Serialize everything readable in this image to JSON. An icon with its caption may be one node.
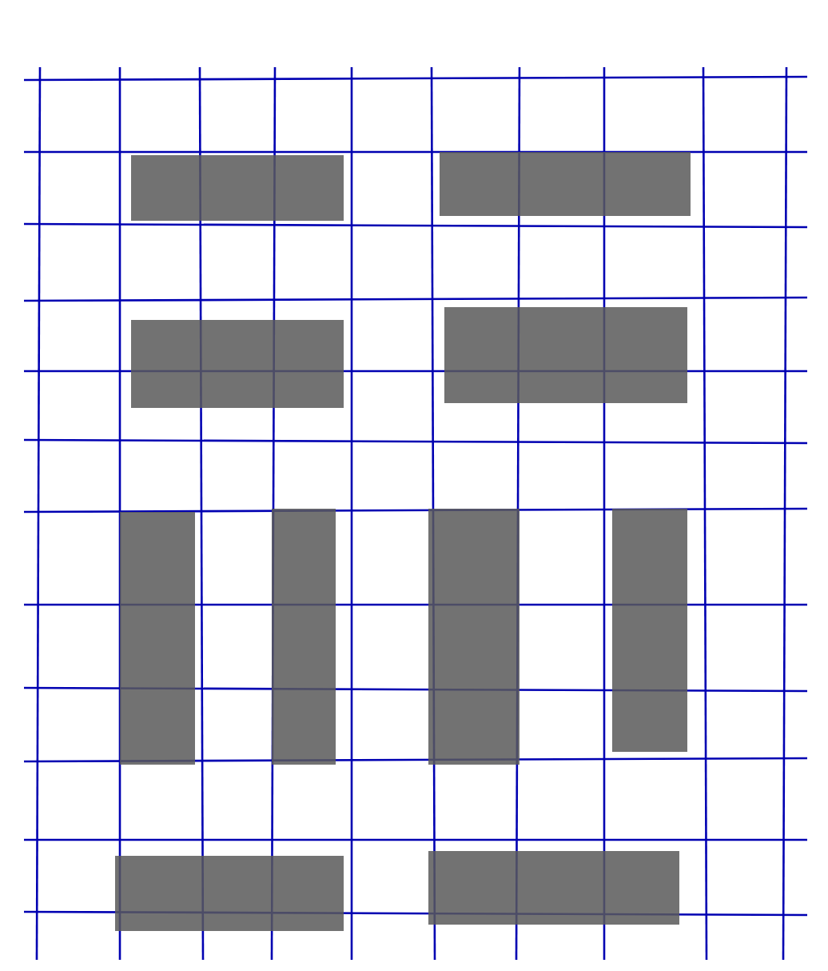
{
  "diagram": {
    "nodes": [
      {
        "text": [],
        "shape": "box"
      },
      {
        "text": [],
        "shape": "box"
      },
      {
        "text": [],
        "shape": "box"
      },
      {
        "text": [],
        "shape": "box"
      },
      {
        "text": [],
        "shape": "box"
      },
      {
        "text": [],
        "shape": "box"
      },
      {
        "text": [],
        "shape": "box"
      },
      {
        "text": [],
        "shape": "box"
      },
      {
        "text": [],
        "shape": "box"
      },
      {
        "text": [],
        "shape": "box"
      }
    ]
  }
}
